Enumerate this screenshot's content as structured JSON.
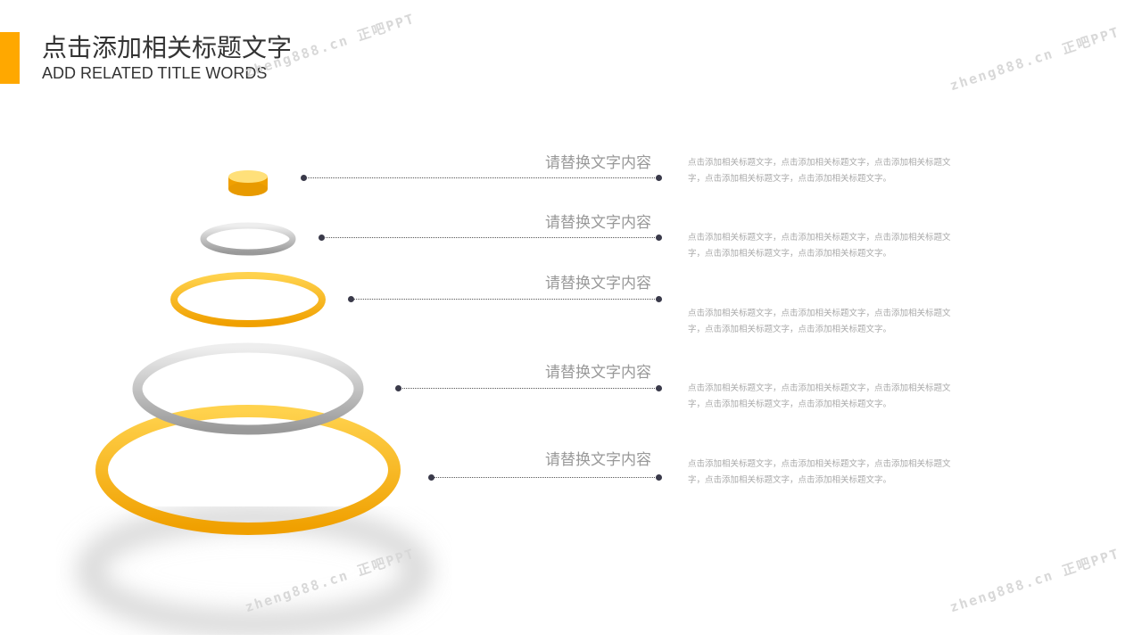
{
  "header": {
    "title": "点击添加相关标题文字",
    "subtitle": "ADD RELATED TITLE WORDS"
  },
  "items": [
    {
      "heading": "请替换文字内容",
      "desc": "点击添加相关标题文字，点击添加相关标题文字，点击添加相关标题文字，点击添加相关标题文字，点击添加相关标题文字。"
    },
    {
      "heading": "请替换文字内容",
      "desc": "点击添加相关标题文字，点击添加相关标题文字，点击添加相关标题文字，点击添加相关标题文字，点击添加相关标题文字。"
    },
    {
      "heading": "请替换文字内容",
      "desc": "点击添加相关标题文字，点击添加相关标题文字，点击添加相关标题文字，点击添加相关标题文字，点击添加相关标题文字。"
    },
    {
      "heading": "请替换文字内容",
      "desc": "点击添加相关标题文字，点击添加相关标题文字，点击添加相关标题文字，点击添加相关标题文字，点击添加相关标题文字。"
    },
    {
      "heading": "请替换文字内容",
      "desc": "点击添加相关标题文字，点击添加相关标题文字，点击添加相关标题文字，点击添加相关标题文字，点击添加相关标题文字。"
    }
  ],
  "watermark": "zheng888.cn 正吧PPT",
  "colors": {
    "accent": "#ffa800",
    "silver": "#b8b8b8"
  }
}
